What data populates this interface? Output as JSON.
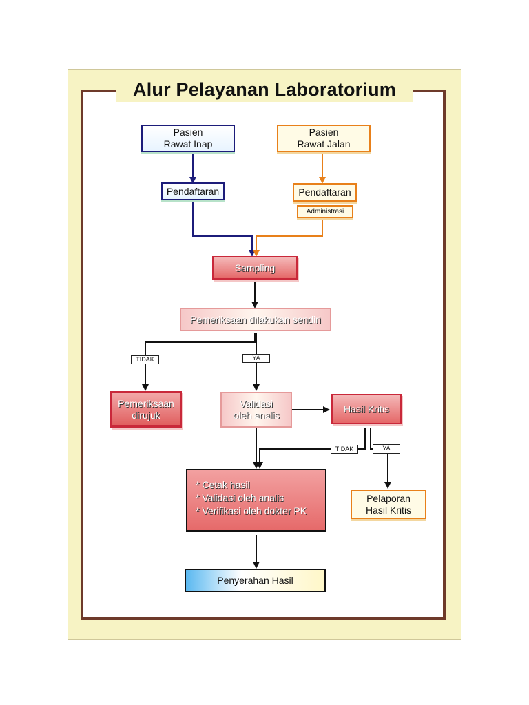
{
  "title": "Alur Pelayanan Laboratorium",
  "nodes": {
    "pasien_rawat_inap": "Pasien\nRawat Inap",
    "pasien_rawat_jalan": "Pasien\nRawat Jalan",
    "pendaftaran_inap": "Pendaftaran",
    "pendaftaran_jalan": "Pendaftaran",
    "administrasi": "Administrasi",
    "sampling": "Sampling",
    "pemeriksaan_sendiri": "Pemeriksaan dilakukan sendiri",
    "pemeriksaan_dirujuk": "Pemeriksaan\ndirujuk",
    "validasi_analis": "Validasi\noleh analis",
    "hasil_kritis": "Hasil Kritis",
    "pelaporan_hasil_kritis": "Pelaporan\nHasil Kritis",
    "penyerahan_hasil": "Penyerahan Hasil"
  },
  "actions_list": [
    "* Cetak hasil",
    "* Validasi oleh analis",
    "* Verifikasi oleh dokter PK"
  ],
  "edge_labels": {
    "tidak_1": "TIDAK",
    "ya_1": "YA",
    "tidak_2": "TIDAK",
    "ya_2": "YA"
  },
  "colors": {
    "frame": "#6e3a2a",
    "poster_bg": "#f7f3c4",
    "inap_line": "#1c1c7a",
    "jalan_line": "#e8801a",
    "red_box": "#e56868"
  }
}
